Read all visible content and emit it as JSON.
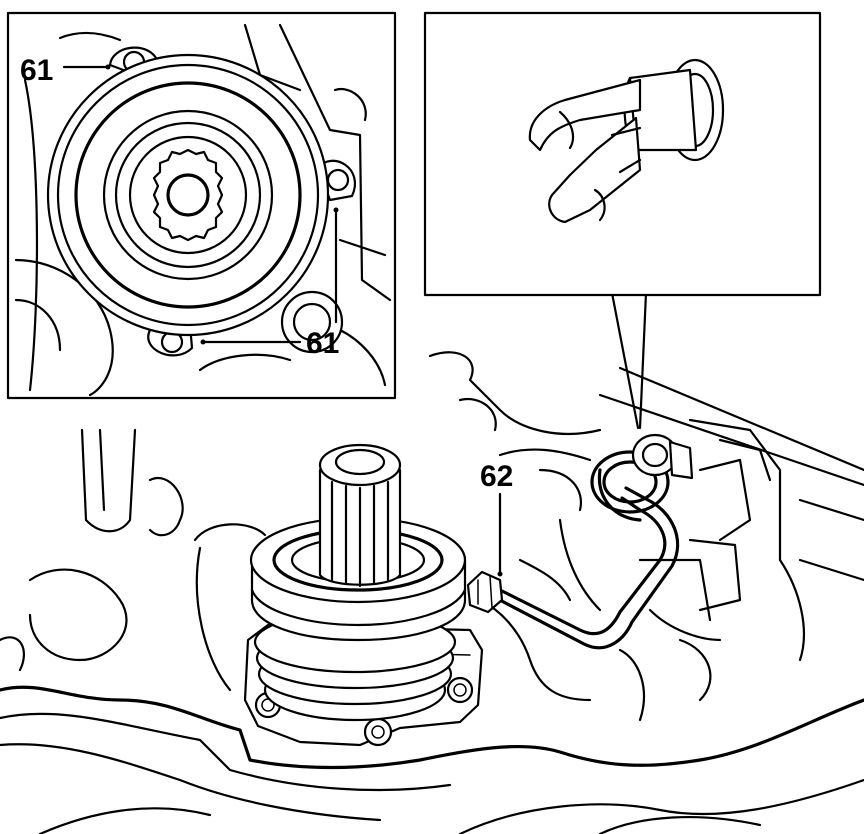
{
  "callouts": {
    "detail_top": "61",
    "detail_bottom": "61",
    "main": "62"
  },
  "colors": {
    "ink": "#000000",
    "paper": "#ffffff"
  }
}
